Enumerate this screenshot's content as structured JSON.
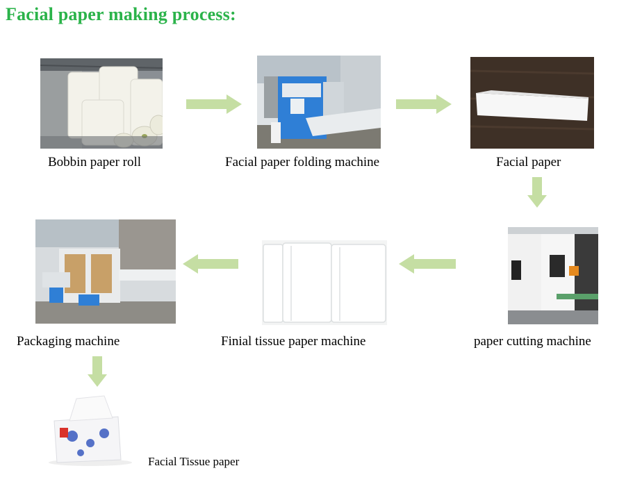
{
  "title": "Facial paper making process:",
  "steps": [
    {
      "label": "Bobbin paper roll",
      "image": "bobbin-paper-roll-photo"
    },
    {
      "label": "Facial paper folding machine",
      "image": "folding-machine-photo"
    },
    {
      "label": "Facial paper",
      "image": "facial-paper-photo"
    },
    {
      "label": "paper cutting machine",
      "image": "cutting-machine-photo"
    },
    {
      "label": "Finial tissue paper machine",
      "image": "finished-tissue-photo"
    },
    {
      "label": "Packaging machine",
      "image": "packaging-machine-photo"
    },
    {
      "label": "Facial Tissue paper",
      "image": "tissue-pack-photo"
    }
  ],
  "colors": {
    "title": "#2bb34a",
    "arrow": "#c5dea3"
  }
}
